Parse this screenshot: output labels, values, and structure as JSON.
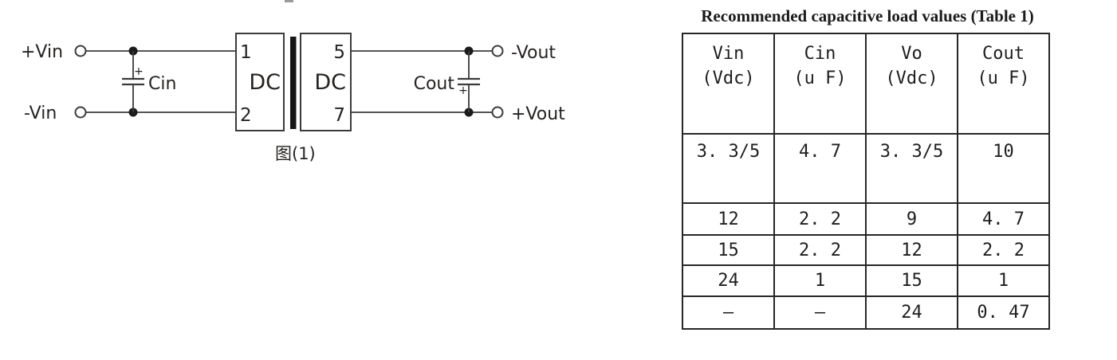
{
  "figure": {
    "caption": "图(1)",
    "input": {
      "vin_plus_label": "+Vin",
      "vin_minus_label": "-Vin",
      "cap_label": "Cin",
      "cap_polarity": "+"
    },
    "converter": {
      "pin1": "1",
      "pin2": "2",
      "pin5": "5",
      "pin7": "7",
      "primary_label": "DC",
      "secondary_label": "DC"
    },
    "output": {
      "vout_minus_label": "-Vout",
      "vout_plus_label": "+Vout",
      "cap_label": "Cout",
      "cap_polarity": "+"
    }
  },
  "table": {
    "title": "Recommended capacitive load values (Table 1)",
    "headers": [
      {
        "name": "Vin",
        "unit": "(Vdc)"
      },
      {
        "name": "Cin",
        "unit": "(u F)"
      },
      {
        "name": "Vo",
        "unit": "(Vdc)"
      },
      {
        "name": "Cout",
        "unit": "(u F)"
      }
    ],
    "rows": [
      [
        "3. 3/5",
        "4. 7",
        "3. 3/5",
        "10"
      ],
      [
        "12",
        "2. 2",
        "9",
        "4. 7"
      ],
      [
        "15",
        "2. 2",
        "12",
        "2. 2"
      ],
      [
        "24",
        "1",
        "15",
        "1"
      ],
      [
        "–",
        "–",
        "24",
        "0. 47"
      ]
    ]
  }
}
